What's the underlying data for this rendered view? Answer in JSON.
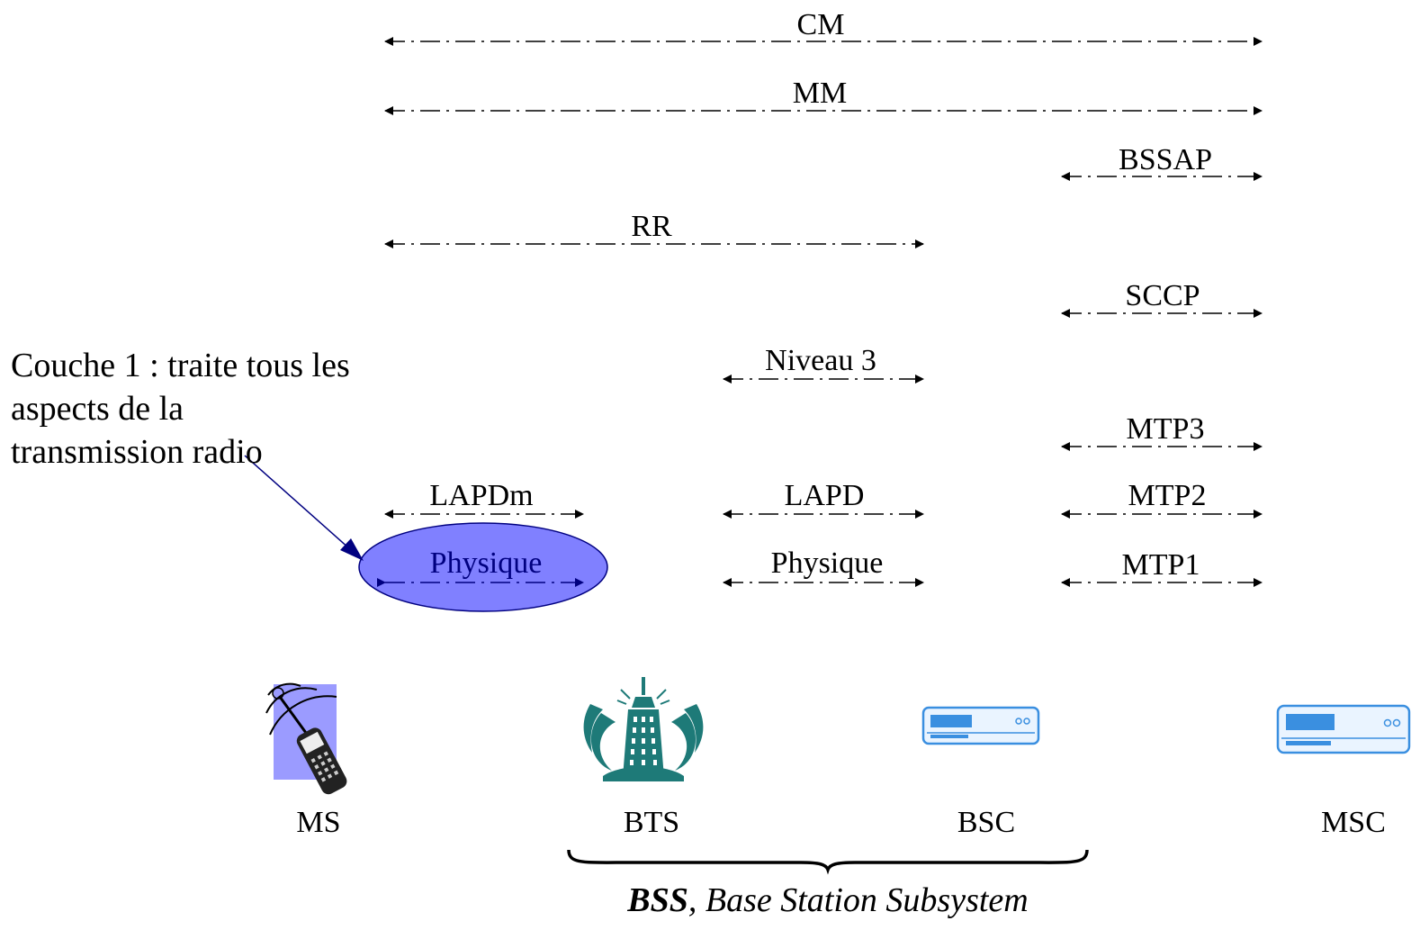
{
  "protocols": {
    "cm": "CM",
    "mm": "MM",
    "bssap": "BSSAP",
    "rr": "RR",
    "sccp": "SCCP",
    "niveau3": "Niveau 3",
    "mtp3": "MTP3",
    "lapdm": "LAPDm",
    "lapd": "LAPD",
    "mtp2": "MTP2",
    "physique_ms": "Physique",
    "physique_bts": "Physique",
    "mtp1": "MTP1"
  },
  "annotation": {
    "lines": [
      "Couche 1 : traite tous les",
      "aspects de la",
      "transmission radio"
    ]
  },
  "nodes": {
    "ms": "MS",
    "bts": "BTS",
    "bsc": "BSC",
    "msc": "MSC"
  },
  "subsystem": {
    "acronym": "BSS",
    "name": ", Base Station Subsystem"
  },
  "colors": {
    "ellipse_fill": "#8080ff",
    "ellipse_text": "#000080",
    "bts_icon": "#1e7a78",
    "server_icon": "#3a8fe0",
    "phone_bg": "#9b9bff"
  },
  "icons": {
    "ms": "mobile-phone-icon",
    "bts": "base-station-tower-icon",
    "bsc": "server-unit-icon",
    "msc": "server-unit-icon"
  }
}
